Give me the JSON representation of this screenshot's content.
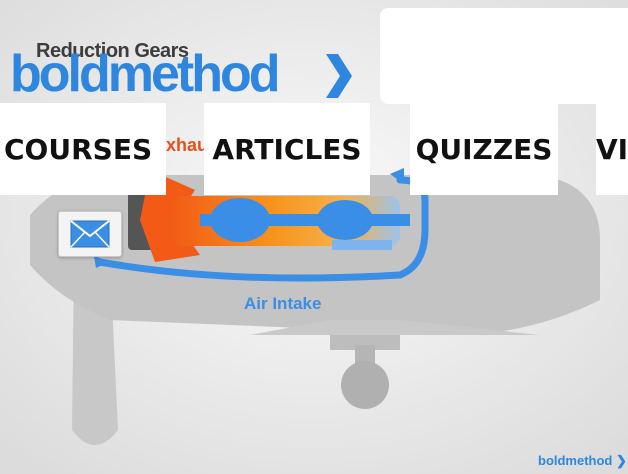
{
  "brand": {
    "subtitle": "Reduction Gears",
    "name": "boldmethod",
    "color": "#2e86de"
  },
  "nav": {
    "items": [
      {
        "label": "COURSES"
      },
      {
        "label": "ARTICLES"
      },
      {
        "label": "QUIZZES"
      },
      {
        "label": "VI"
      }
    ]
  },
  "diagram": {
    "exhaust_label": "xhau",
    "intake_label": "Air Intake",
    "accent_orange": "#f26a1b",
    "accent_blue": "#3a8ee6",
    "body_gray": "#c4c4c4"
  },
  "share": {
    "icon": "mail-icon"
  },
  "watermark": {
    "text": "boldmethod"
  }
}
